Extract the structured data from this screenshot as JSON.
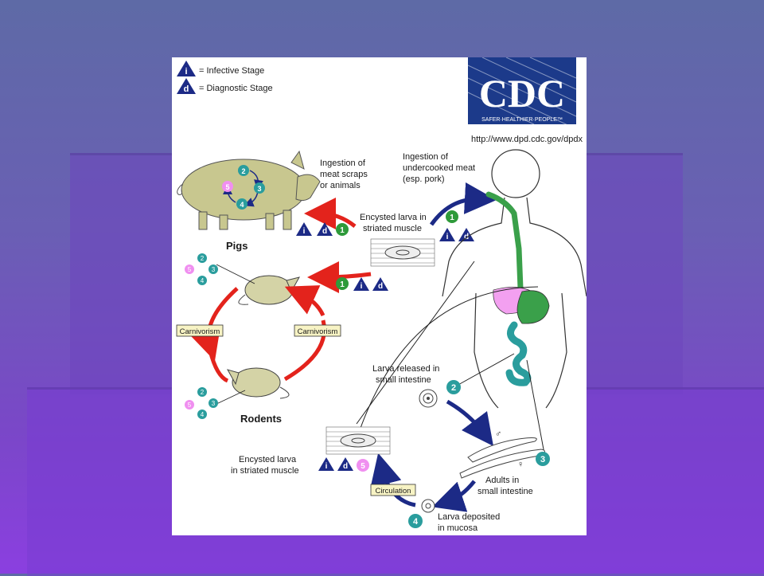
{
  "legend": {
    "infective": "= Infective Stage",
    "diagnostic": "= Diagnostic Stage",
    "i": "i",
    "d": "d"
  },
  "logo": {
    "text": "CDC",
    "tagline": "SAFER·HEALTHIER·PEOPLE™"
  },
  "url": "http://www.dpd.cdc.gov/dpdx",
  "labels": {
    "ingest_scraps_1": "Ingestion of",
    "ingest_scraps_2": "meat scraps",
    "ingest_scraps_3": "or animals",
    "ingest_meat_1": "Ingestion of",
    "ingest_meat_2": "undercooked meat",
    "ingest_meat_3": "(esp. pork)",
    "encysted_top_1": "Encysted larva in",
    "encysted_top_2": "striated muscle",
    "pigs": "Pigs",
    "rodents": "Rodents",
    "carnivorism": "Carnivorism",
    "larva_released_1": "Larva released in",
    "larva_released_2": "small intestine",
    "adults_1": "Adults in",
    "adults_2": "small intestine",
    "larva_deposited_1": "Larva deposited",
    "larva_deposited_2": "in mucosa",
    "encysted_bottom_1": "Encysted larva",
    "encysted_bottom_2": "in striated muscle",
    "circulation": "Circulation",
    "male": "♂",
    "female": "♀"
  },
  "steps": [
    "1",
    "2",
    "3",
    "4",
    "5"
  ],
  "colors": {
    "teal": "#2a9d9d",
    "green": "#2e9a3a",
    "pink": "#f08ff0",
    "navy": "#1c2a86",
    "red": "#e3231c",
    "box": "#f7f3c4",
    "pig": "#c8c78f",
    "organ_green": "#3aa04a",
    "organ_pink": "#f3a0f0"
  }
}
